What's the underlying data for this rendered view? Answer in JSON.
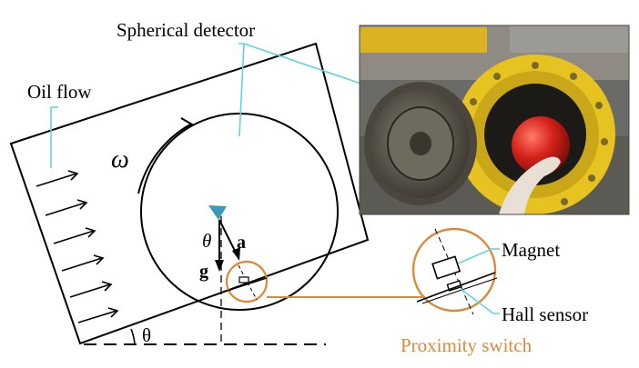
{
  "labels": {
    "spherical_detector": "Spherical detector",
    "oil_flow": "Oil flow",
    "omega": "ω",
    "theta_inner": "θ",
    "accel": "a",
    "gravity": "g",
    "theta_base": "θ",
    "magnet": "Magnet",
    "hall_sensor": "Hall sensor",
    "proximity_switch": "Proximity switch"
  },
  "colors": {
    "ink": "#000000",
    "leader": "#5fd3e6",
    "switch": "#d98a3a",
    "pivot": "#3a98b8",
    "ball": "#d8231b",
    "flange": "#e6c320"
  }
}
